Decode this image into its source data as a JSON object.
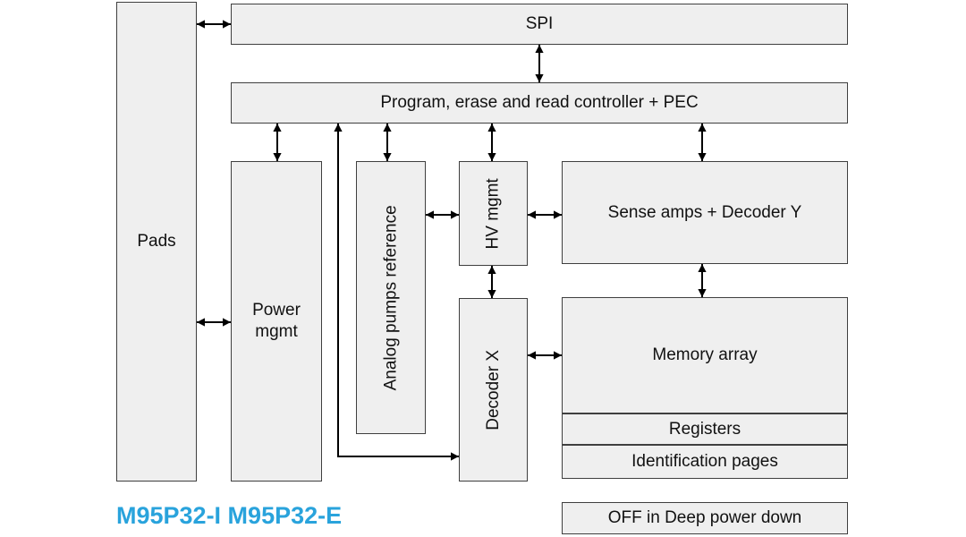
{
  "diagram": {
    "blocks": {
      "pads": "Pads",
      "spi": "SPI",
      "controller": "Program, erase and read controller + PEC",
      "power_mgmt": "Power mgmt",
      "analog_pumps": "Analog pumps reference",
      "hv_mgmt": "HV mgmt",
      "sense_amps": "Sense amps + Decoder Y",
      "decoder_x": "Decoder X",
      "memory_array": "Memory array",
      "registers": "Registers",
      "identification_pages": "Identification pages",
      "off_deep_power_down": "OFF in Deep power down"
    },
    "caption": "M95P32-I M95P32-E",
    "colors": {
      "block_fill": "#efefef",
      "block_border": "#3f3f3f",
      "caption_blue": "#29a3dc",
      "arrow": "#000000"
    },
    "connections": [
      {
        "from": "pads",
        "to": "spi",
        "bidirectional": true
      },
      {
        "from": "pads",
        "to": "power_mgmt",
        "bidirectional": true
      },
      {
        "from": "spi",
        "to": "controller",
        "bidirectional": true
      },
      {
        "from": "controller",
        "to": "power_mgmt",
        "bidirectional": true
      },
      {
        "from": "controller",
        "to": "decoder_x",
        "bidirectional": true
      },
      {
        "from": "controller",
        "to": "analog_pumps",
        "bidirectional": true
      },
      {
        "from": "controller",
        "to": "hv_mgmt",
        "bidirectional": true
      },
      {
        "from": "controller",
        "to": "sense_amps",
        "bidirectional": true
      },
      {
        "from": "analog_pumps",
        "to": "hv_mgmt",
        "bidirectional": true
      },
      {
        "from": "hv_mgmt",
        "to": "sense_amps",
        "bidirectional": true
      },
      {
        "from": "hv_mgmt",
        "to": "decoder_x",
        "bidirectional": true
      },
      {
        "from": "sense_amps",
        "to": "memory_array",
        "bidirectional": true
      },
      {
        "from": "decoder_x",
        "to": "memory_array",
        "bidirectional": true
      }
    ]
  }
}
